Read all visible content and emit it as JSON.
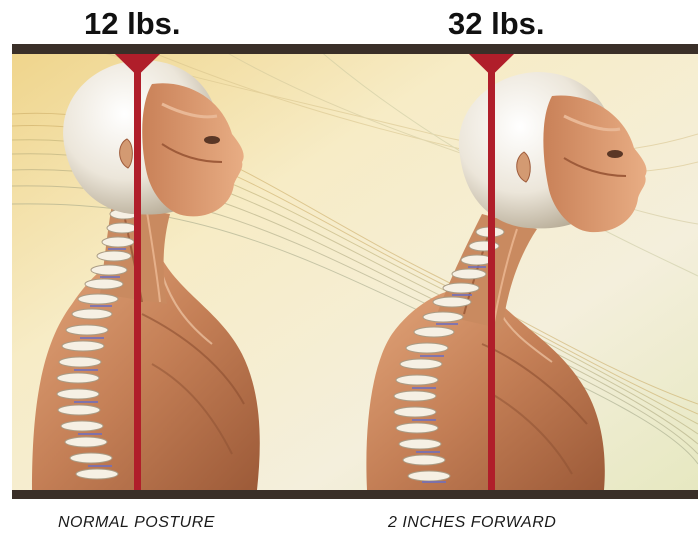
{
  "figures": [
    {
      "weight": "12 lbs.",
      "caption": "NORMAL POSTURE"
    },
    {
      "weight": "32 lbs.",
      "caption": "2 INCHES FORWARD"
    }
  ],
  "colors": {
    "plumb_line": "#b01e2a",
    "bar": "#3a2f28",
    "background_warm": "#f6e7b8",
    "skin_muscle": "#c88c62"
  },
  "icons": [
    "skull",
    "spine",
    "neck-muscles",
    "shoulder-muscles",
    "plumb-line-marker"
  ]
}
